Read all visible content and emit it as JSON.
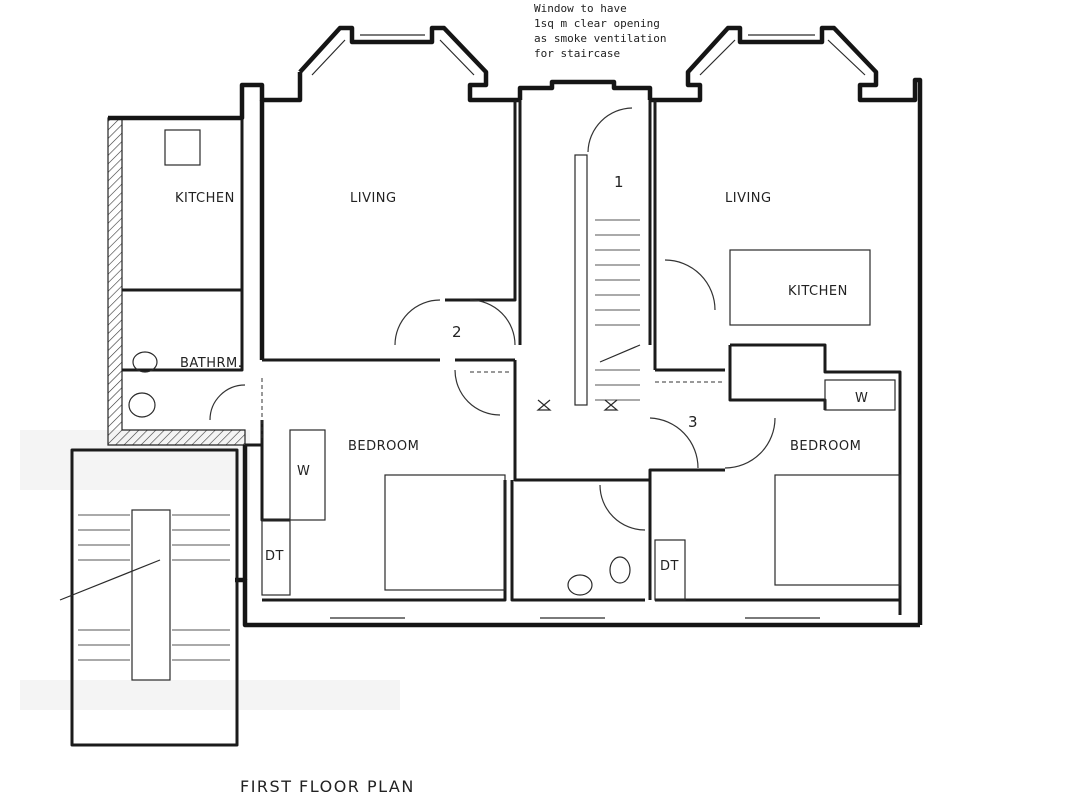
{
  "title": "FIRST FLOOR PLAN",
  "annotation": {
    "lines": [
      "Window to have",
      "1sq m clear opening",
      "as smoke ventilation",
      "for staircase"
    ]
  },
  "rooms": {
    "kitchen_left": "KITCHEN",
    "living_left": "LIVING",
    "bathroom": "BATHRM.",
    "bedroom_left": "BEDROOM",
    "living_right": "LIVING",
    "kitchen_right": "KITCHEN",
    "bedroom_right": "BEDROOM"
  },
  "markers": {
    "wardrobe_left": "W",
    "wardrobe_right": "W",
    "dt_left": "DT",
    "dt_right": "DT",
    "flat_1": "1",
    "flat_2": "2",
    "flat_3": "3"
  }
}
